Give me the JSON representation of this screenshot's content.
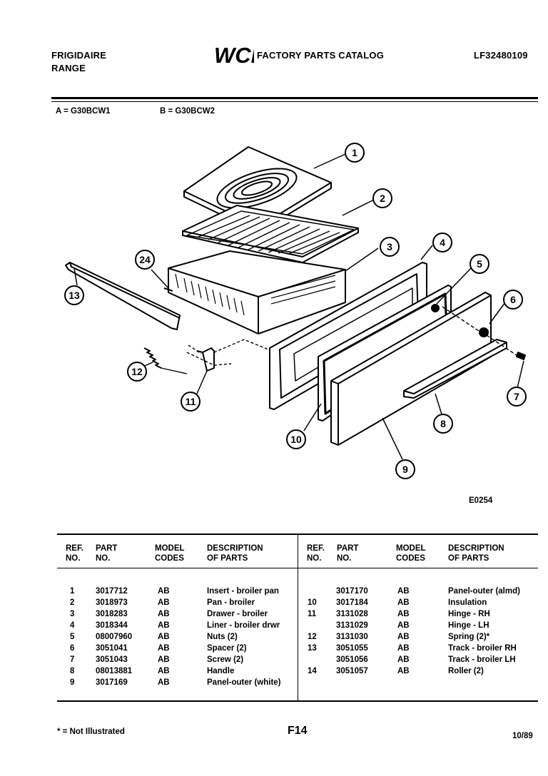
{
  "header": {
    "brand": "FRIGIDAIRE",
    "product": "RANGE",
    "logo_text": "WCI",
    "catalog_title": "FACTORY PARTS CATALOG",
    "catalog_code": "LF32480109"
  },
  "models": {
    "a": "A = G30BCW1",
    "b": "B = G30BCW2"
  },
  "diagram": {
    "figure_code": "E0254",
    "callouts": [
      "1",
      "2",
      "3",
      "4",
      "5",
      "6",
      "7",
      "8",
      "9",
      "10",
      "11",
      "12",
      "13",
      "24"
    ]
  },
  "parts_table": {
    "headers": {
      "ref": [
        "REF.",
        "NO."
      ],
      "part": [
        "PART",
        "NO."
      ],
      "model": [
        "MODEL",
        "CODES"
      ],
      "desc": [
        "DESCRIPTION",
        "OF PARTS"
      ]
    },
    "left_rows": [
      {
        "ref": "1",
        "part": "3017712",
        "model": "AB",
        "desc": "Insert - broiler pan"
      },
      {
        "ref": "2",
        "part": "3018973",
        "model": "AB",
        "desc": "Pan - broiler"
      },
      {
        "ref": "3",
        "part": "3018283",
        "model": "AB",
        "desc": "Drawer - broiler"
      },
      {
        "ref": "4",
        "part": "3018344",
        "model": "AB",
        "desc": "Liner - broiler drwr"
      },
      {
        "ref": "5",
        "part": "08007960",
        "model": "AB",
        "desc": "Nuts (2)"
      },
      {
        "ref": "6",
        "part": "3051041",
        "model": "AB",
        "desc": "Spacer (2)"
      },
      {
        "ref": "7",
        "part": "3051043",
        "model": "AB",
        "desc": "Screw (2)"
      },
      {
        "ref": "8",
        "part": "08013881",
        "model": "AB",
        "desc": "Handle"
      },
      {
        "ref": "9",
        "part": "3017169",
        "model": "AB",
        "desc": "Panel-outer (white)"
      }
    ],
    "right_rows": [
      {
        "ref": "",
        "part": "3017170",
        "model": "AB",
        "desc": "Panel-outer (almd)"
      },
      {
        "ref": "10",
        "part": "3017184",
        "model": "AB",
        "desc": "Insulation"
      },
      {
        "ref": "11",
        "part": "3131028",
        "model": "AB",
        "desc": "Hinge - RH"
      },
      {
        "ref": "",
        "part": "3131029",
        "model": "AB",
        "desc": "Hinge - LH"
      },
      {
        "ref": "12",
        "part": "3131030",
        "model": "AB",
        "desc": "Spring (2)*"
      },
      {
        "ref": "13",
        "part": "3051055",
        "model": "AB",
        "desc": "Track - broiler RH"
      },
      {
        "ref": "",
        "part": "3051056",
        "model": "AB",
        "desc": "Track - broiler LH"
      },
      {
        "ref": "14",
        "part": "3051057",
        "model": "AB",
        "desc": "Roller (2)"
      }
    ]
  },
  "footer": {
    "note": "* = Not Illustrated",
    "page": "F14",
    "date": "10/89"
  }
}
